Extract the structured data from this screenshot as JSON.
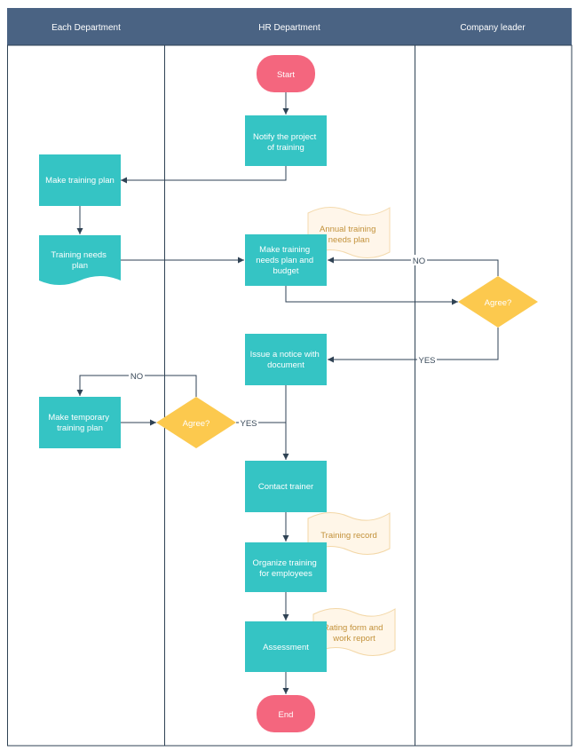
{
  "lanes": {
    "each_department": "Each Department",
    "hr_department": "HR Department",
    "company_leader": "Company leader"
  },
  "nodes": {
    "start": "Start",
    "notify": [
      "Notify the project",
      "of training"
    ],
    "make_plan": "Make training plan",
    "needs_plan": [
      "Training needs",
      "plan"
    ],
    "hr_plan": [
      "Make training",
      "needs plan and",
      "budget"
    ],
    "agree_leader": "Agree?",
    "issue_notice": [
      "Issue a notice with",
      "document"
    ],
    "make_temp": [
      "Make temporary",
      "training plan"
    ],
    "agree_dept": "Agree?",
    "contact": "Contact trainer",
    "organize": [
      "Organize training",
      "for employees"
    ],
    "assessment": "Assessment",
    "end": "End"
  },
  "notes": {
    "annual": [
      "Annual training",
      "needs plan"
    ],
    "record": "Training record",
    "rating": [
      "Rating form and",
      "work report"
    ]
  },
  "edge_labels": {
    "no_leader": "NO",
    "yes_leader": "YES",
    "no_dept": "NO",
    "yes_dept": "YES"
  },
  "colors": {
    "header": "#4a6383",
    "process": "#35c4c4",
    "decision": "#fcc94e",
    "terminal": "#f4667e",
    "note_fill": "#fff6e8",
    "note_stroke": "#f3d7a6",
    "edge": "#2f4254",
    "lane_border": "#2f4254"
  }
}
